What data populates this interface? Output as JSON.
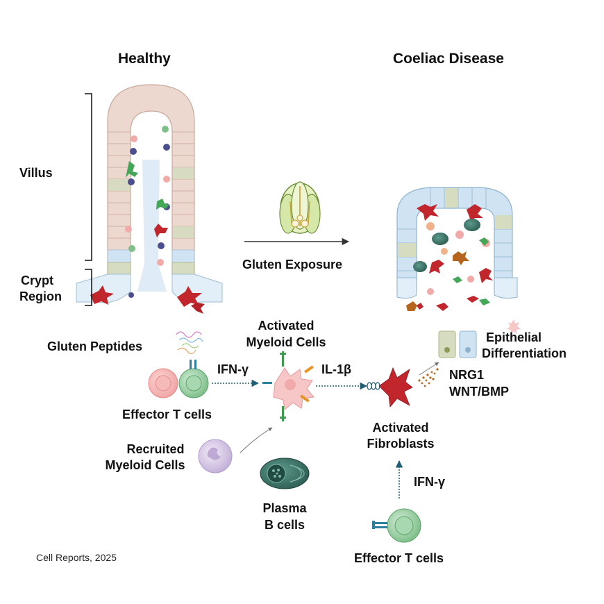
{
  "panels": {
    "healthy_title": "Healthy",
    "coeliac_title": "Coeliac Disease"
  },
  "regions": {
    "villus": "Villus",
    "crypt_line1": "Crypt",
    "crypt_line2": "Region"
  },
  "transition": {
    "label": "Gluten Exposure"
  },
  "cells": {
    "gluten_peptides": "Gluten Peptides",
    "effector_t_cells": "Effector T cells",
    "recruited_myeloid_line1": "Recruited",
    "recruited_myeloid_line2": "Myeloid Cells",
    "activated_myeloid_line1": "Activated",
    "activated_myeloid_line2": "Myeloid Cells",
    "plasma_line1": "Plasma",
    "plasma_line2": "B cells",
    "activated_fibroblasts_line1": "Activated",
    "activated_fibroblasts_line2": "Fibroblasts",
    "effector_t_cells_bottom": "Effector T cells",
    "epithelial_line1": "Epithelial",
    "epithelial_line2": "Differentiation"
  },
  "signals": {
    "ifn_gamma_1": "IFN-γ",
    "il1_beta": "IL-1β",
    "nrg1": "NRG1",
    "wnt_bmp": "WNT/BMP",
    "ifn_gamma_2": "IFN-γ"
  },
  "citation": "Cell Reports, 2025",
  "colors": {
    "epithelium_pink": "#e9d3c9",
    "epithelium_blue": "#cfe3f3",
    "epithelium_green": "#d5dcc0",
    "fibroblast_red": "#c0262c",
    "t_cell_pink": "#f2aaa9",
    "t_cell_green": "#7fc08a",
    "plasma_teal": "#2f6b5f",
    "myeloid_purple": "#c9b8dc",
    "arrow_teal": "#1f5e74"
  }
}
